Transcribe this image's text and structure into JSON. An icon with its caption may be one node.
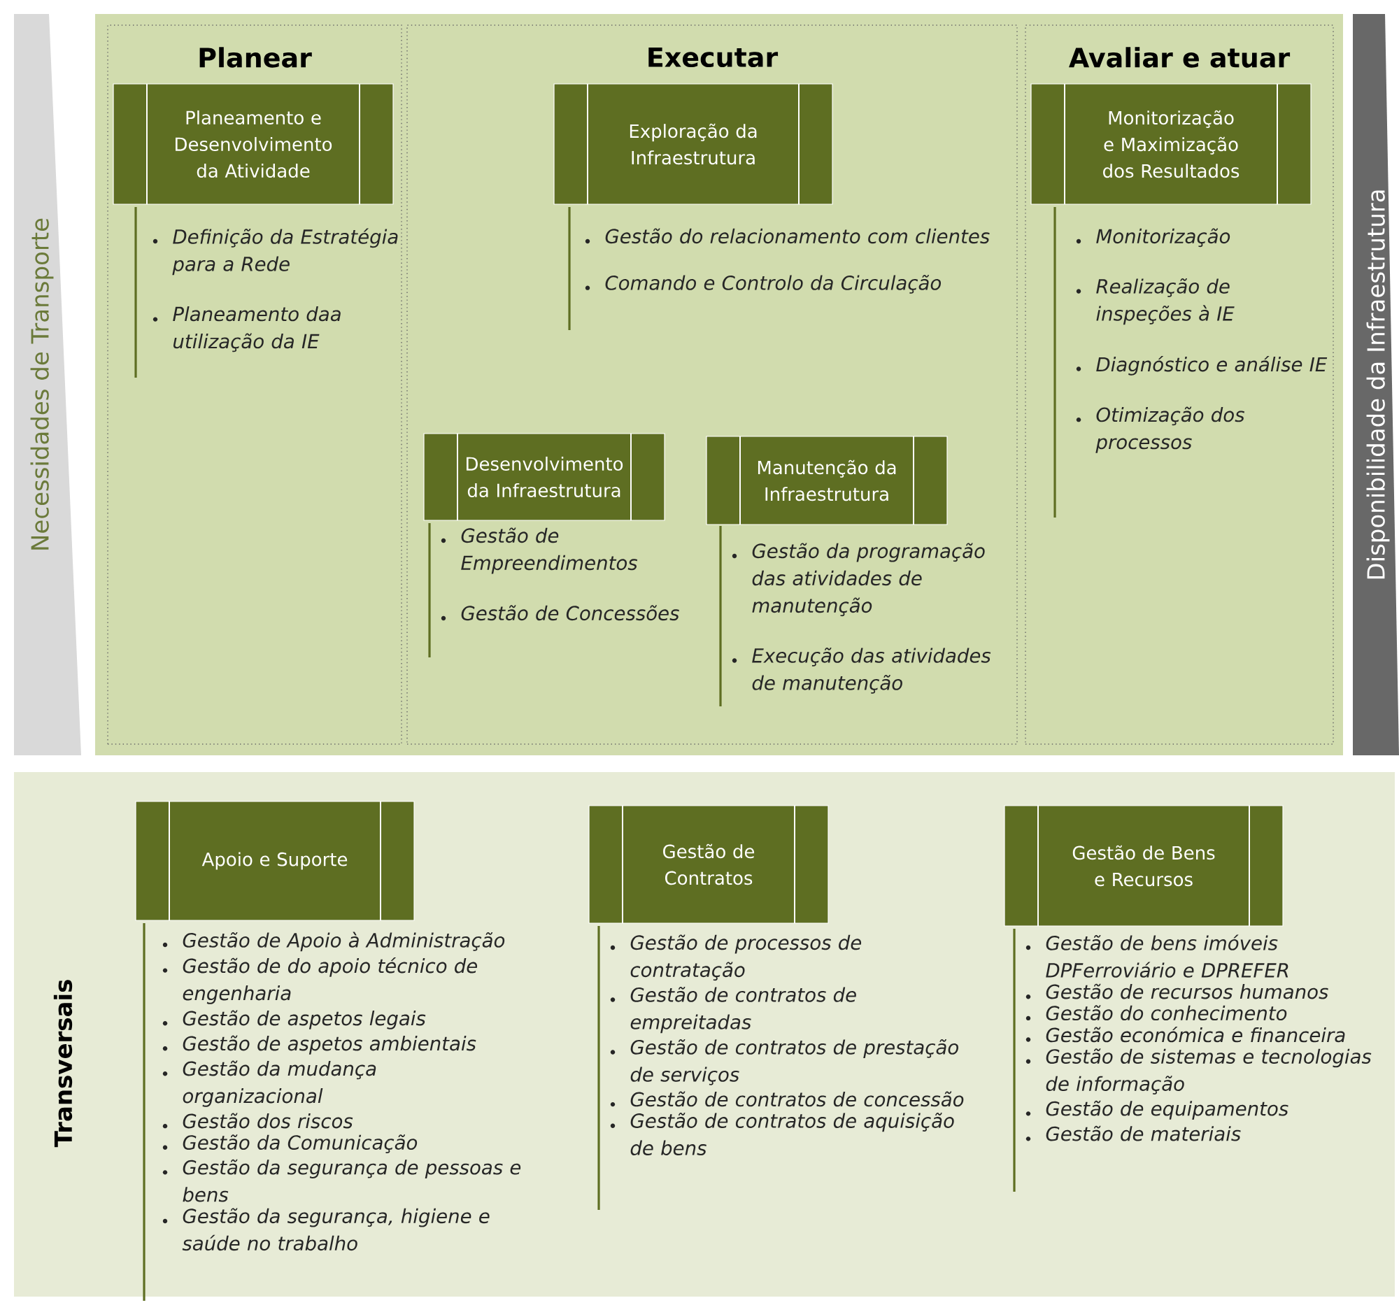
{
  "diagram": {
    "nodes": [
      {
        "text": [
          "Necessidades de Transporte"
        ]
      },
      {
        "text": [
          "Planear"
        ]
      },
      {
        "text": [
          "Planeamento e Desenvolvimento da Atividade"
        ],
        "in": 1,
        "beside": [
          "Definição da Estratégia para a Rede",
          "Planeamento daa utilização da IE"
        ]
      },
      {
        "text": [
          "Executar"
        ]
      },
      {
        "text": [
          "Exploração da Infraestrutura"
        ],
        "in": 3,
        "beside": [
          "Gestão do relacionamento com clientes",
          "Comando e Controlo da Circulação"
        ]
      },
      {
        "text": [
          "Desenvolvimento da Infraestrutura"
        ],
        "in": 3,
        "beside": [
          "Gestão de Empreendimentos",
          "Gestão de Concessões"
        ]
      },
      {
        "text": [
          "Manutenção da Infraestrutura"
        ],
        "in": 3,
        "beside": [
          "Gestão da programação das atividades de manutenção",
          "Execução das atividades de manutenção"
        ]
      },
      {
        "text": [
          "Avaliar e atuar"
        ]
      },
      {
        "text": [
          "Monitorização e Maximização dos Resultados"
        ],
        "in": 7,
        "beside": [
          "Monitorização",
          "Realização de inspeções à IE",
          "Diagnóstico e análise IE",
          "Otimização dos processos"
        ]
      },
      {
        "text": [
          "Disponibilidade da Infraestrutura"
        ]
      },
      {
        "text": [
          "Transversais"
        ]
      },
      {
        "text": [
          "Apoio e Suporte"
        ],
        "in": 10,
        "beside": [
          "Gestão de Apoio à Administração",
          "Gestão de do apoio técnico de engenharia",
          "Gestão de aspetos legais",
          "Gestão de aspetos ambientais",
          "Gestão da mudança organizacional",
          "Gestão dos riscos",
          "Gestão da Comunicação",
          "Gestão da segurança de pessoas e bens",
          "Gestão da segurança, higiene e saúde no trabalho"
        ]
      },
      {
        "text": [
          "Gestão de Contratos"
        ],
        "in": 10,
        "beside": [
          "Gestão de processos de contratação",
          "Gestão de contratos de empreitadas",
          "Gestão de contratos de prestação de serviços",
          "Gestão de contratos de concessão",
          "Gestão de contratos de aquisição de bens"
        ]
      },
      {
        "text": [
          "Gestão de Bens e Recursos"
        ],
        "in": 10,
        "beside": [
          "Gestão de bens imóveis DPFerroviário e DPREFER",
          "Gestão de recursos humanos",
          "Gestão do conhecimento",
          "Gestão económica e financeira",
          "Gestão de sistemas e tecnologias de informação",
          "Gestão de equipamentos",
          "Gestão de materiais"
        ]
      }
    ]
  }
}
